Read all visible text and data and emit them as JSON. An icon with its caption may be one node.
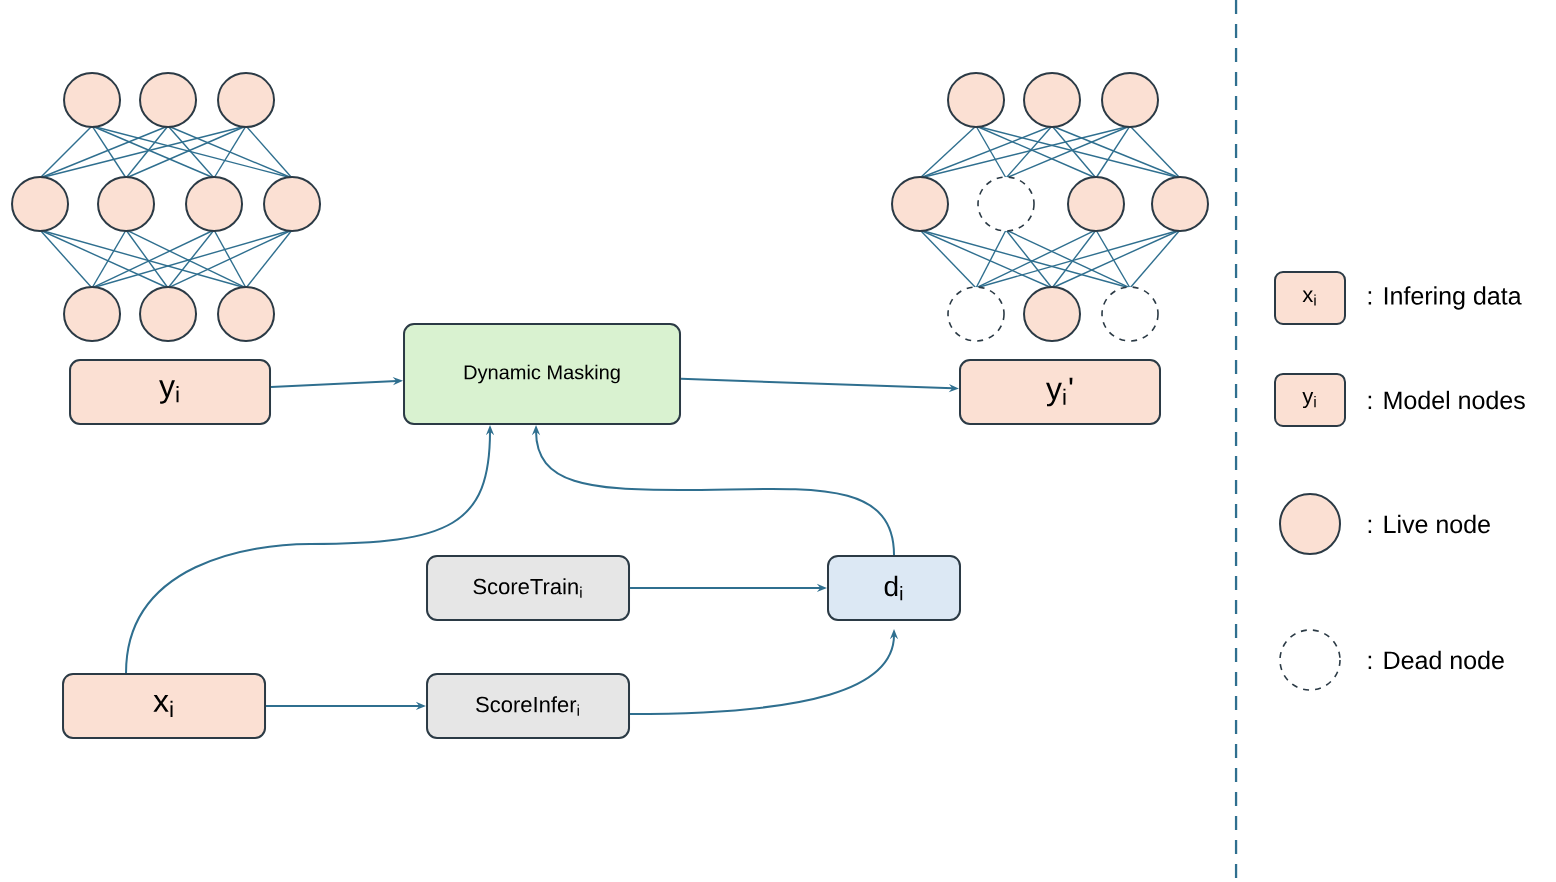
{
  "diagram": {
    "nodes": [
      {
        "text": [
          "y$_{i}$"
        ]
      },
      {
        "text": [
          "Dynamic Masking"
        ]
      },
      {
        "text": [
          "y$_{i}$'"
        ]
      },
      {
        "text": [
          "ScoreTrain$_{i}$"
        ]
      },
      {
        "text": [
          "d$_{i}$"
        ]
      },
      {
        "text": [
          "x$_{i}$"
        ]
      },
      {
        "text": [
          "ScoreInfer$_{i}$"
        ]
      }
    ],
    "edges": [
      {
        "from": 0,
        "to": 1,
        "arrow": "to"
      },
      {
        "from": 1,
        "to": 2,
        "arrow": "to"
      },
      {
        "from": 5,
        "to": 1,
        "arrow": "to"
      },
      {
        "from": 4,
        "to": 1,
        "arrow": "to"
      },
      {
        "from": 3,
        "to": 4,
        "arrow": "to"
      },
      {
        "from": 5,
        "to": 6,
        "arrow": "to"
      },
      {
        "from": 6,
        "to": 4,
        "arrow": "to"
      }
    ],
    "labels": [
      "x$_{i}$",
      "y$_{i}$"
    ],
    "legend": [
      {
        "text": ": Infering data"
      },
      {
        "text": ": Model nodes"
      },
      {
        "text": ": Live node"
      },
      {
        "text": ": Dead node"
      }
    ]
  }
}
